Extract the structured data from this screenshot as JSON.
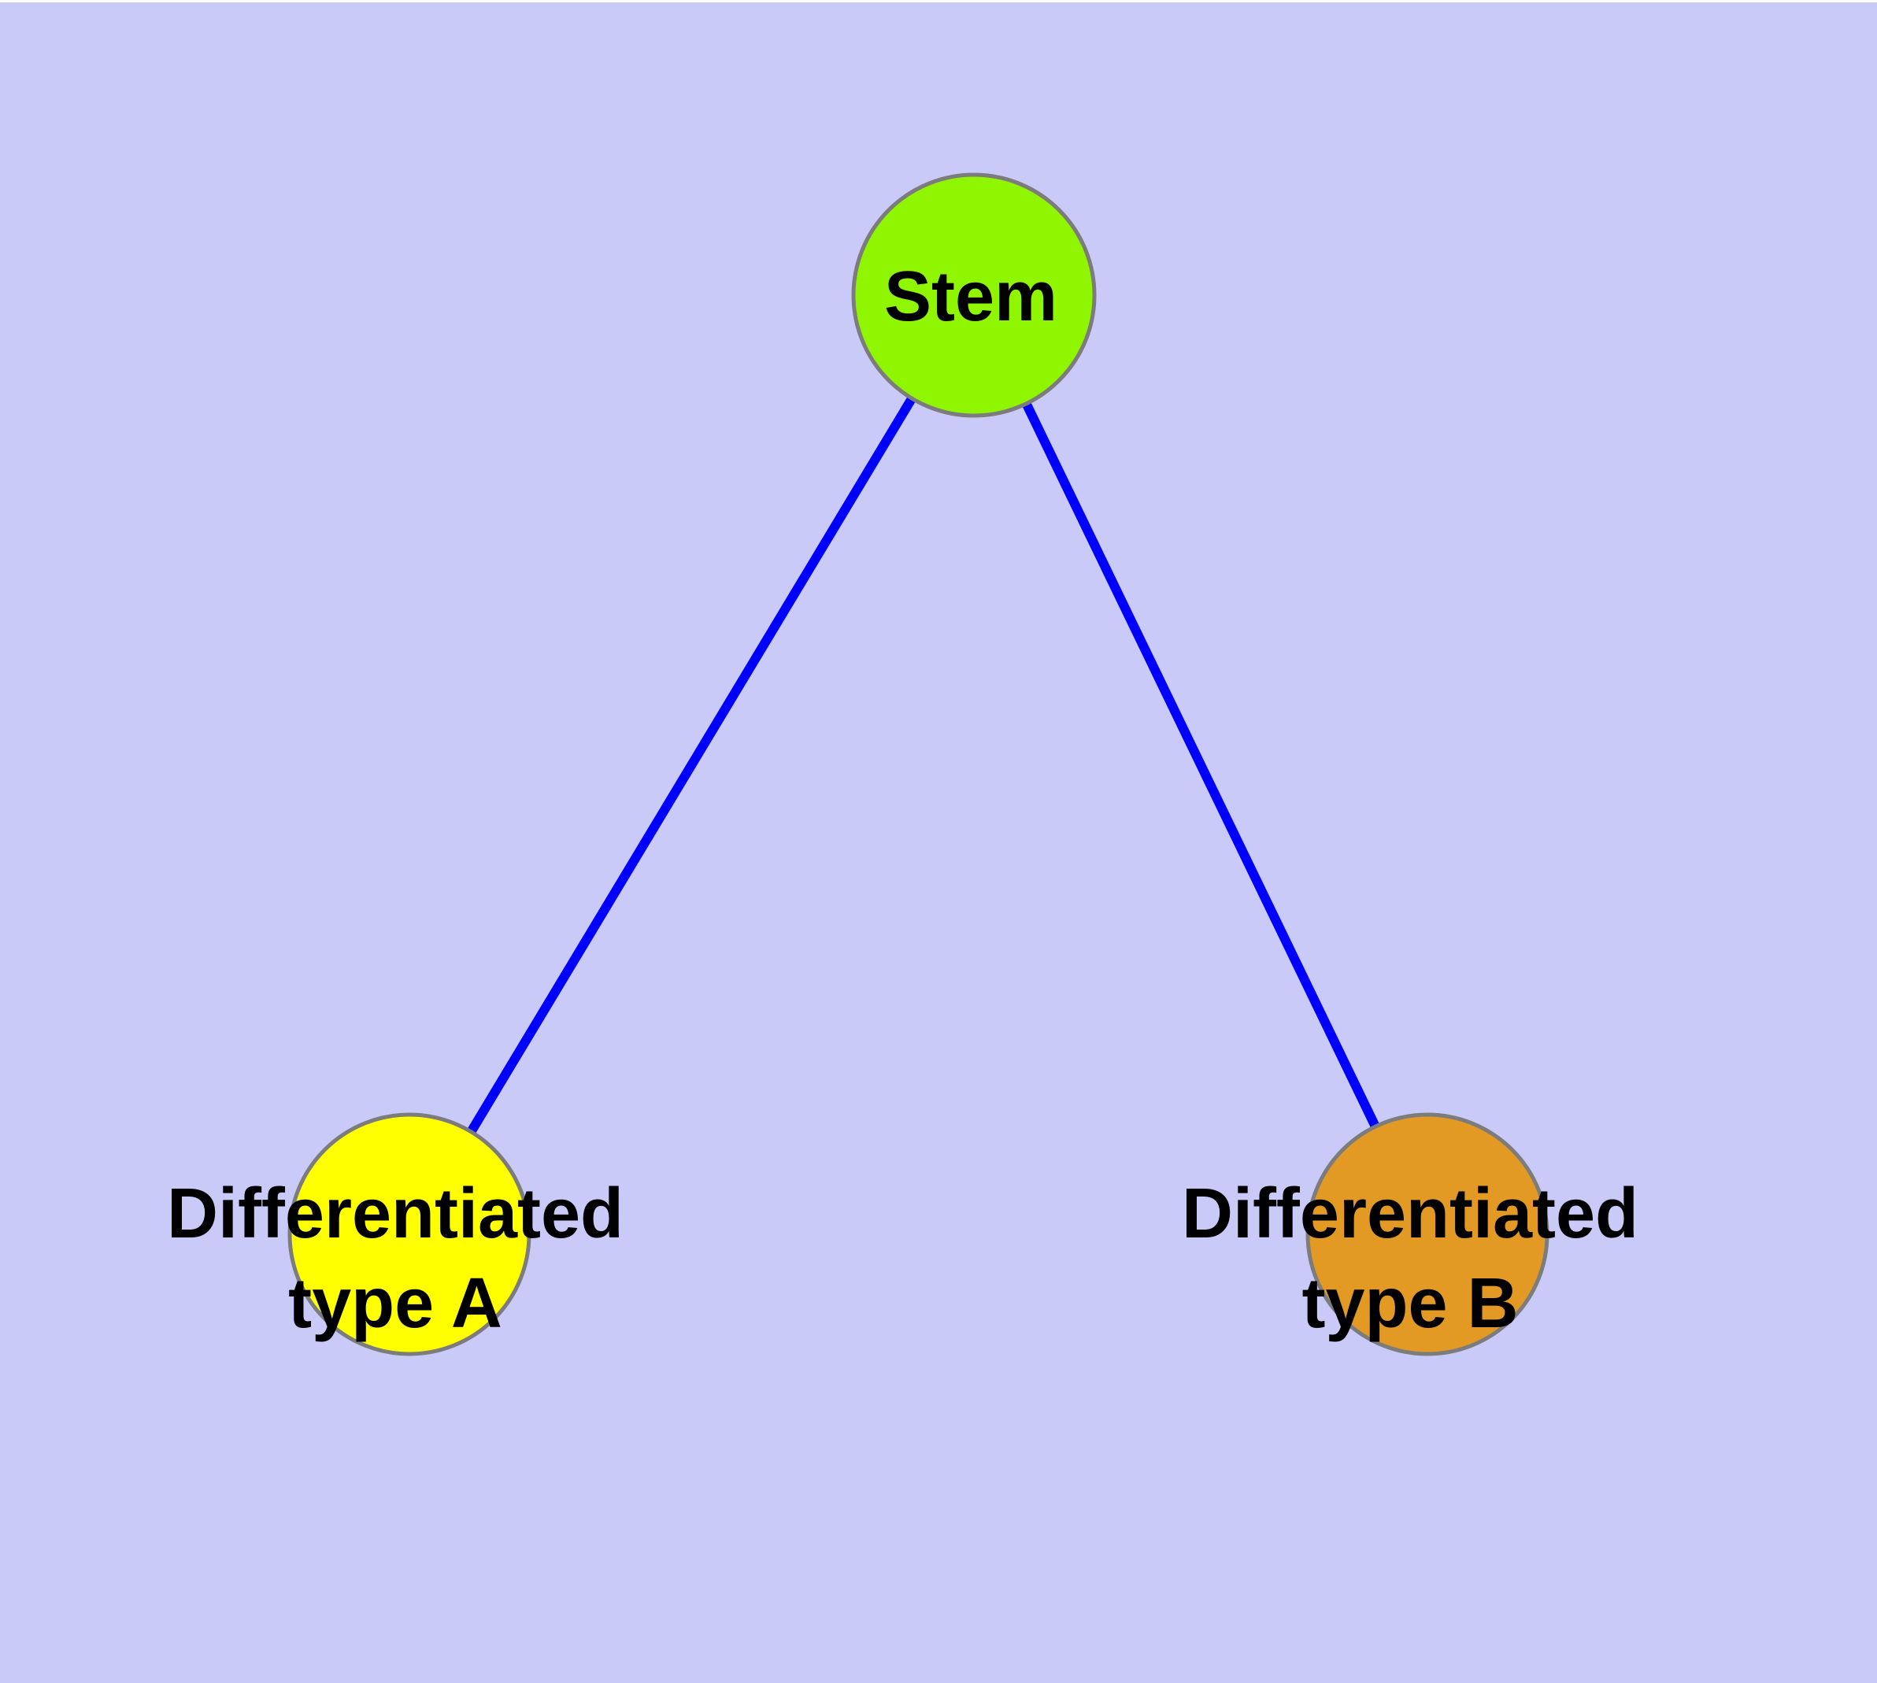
{
  "diagram": {
    "type": "node-link-graph",
    "background_color": "#CACAF9",
    "edge_color": "#0000FF",
    "node_border_color": "#7C7C7C",
    "label_color": "#000000",
    "nodes": [
      {
        "id": "stem",
        "label": "Stem",
        "lines": [
          "Stem"
        ],
        "fill": "#8FF500"
      },
      {
        "id": "differentiated-type-a",
        "label": "Differentiated type A",
        "lines": [
          "Differentiated",
          "type A"
        ],
        "fill": "#FFFF00"
      },
      {
        "id": "differentiated-type-b",
        "label": "Differentiated type B",
        "lines": [
          "Differentiated",
          "type B"
        ],
        "fill": "#E39A25"
      }
    ],
    "edges": [
      {
        "source": "stem",
        "target": "differentiated-type-a"
      },
      {
        "source": "stem",
        "target": "differentiated-type-b"
      }
    ]
  }
}
